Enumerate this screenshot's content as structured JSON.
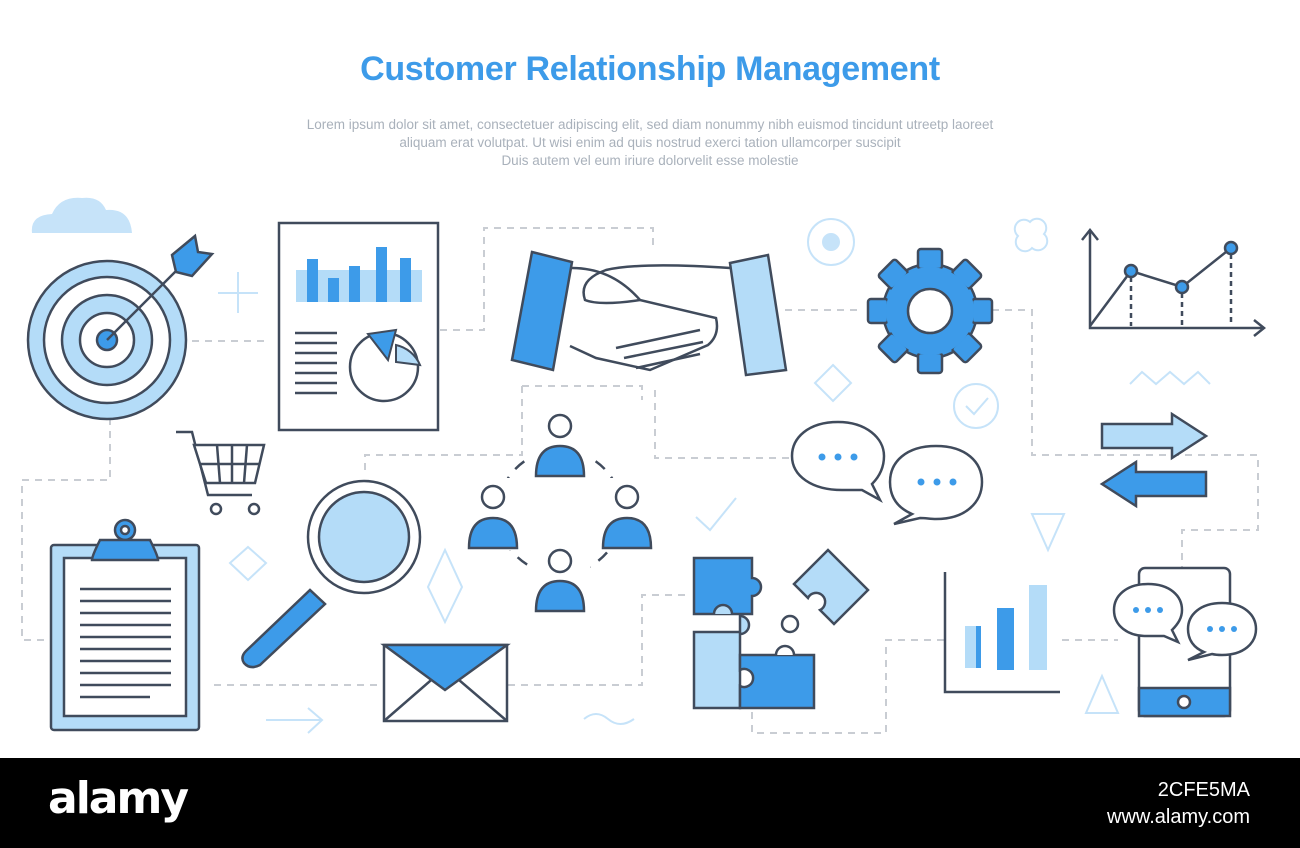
{
  "header": {
    "title": "Customer Relationship Management",
    "lead_lines": [
      "Lorem ipsum dolor sit amet, consectetuer adipiscing elit, sed diam nonummy nibh euismod tincidunt utreetp laoreet",
      "aliquam erat volutpat. Ut wisi enim ad  quis nostrud exerci tation ullamcorper suscipit",
      "Duis autem vel eum iriure dolorvelit esse molestie"
    ]
  },
  "palette": {
    "primary": "#3d9be9",
    "light": "#b4dcf8",
    "outline": "#404b5c",
    "dashed": "#c9cdd3",
    "decor": "#c6e3f9",
    "footer_bg": "#000000"
  },
  "icons": [
    "cloud-icon",
    "target-icon",
    "report-icon",
    "handshake-icon",
    "gear-icon",
    "line-chart-icon",
    "shopping-cart-icon",
    "team-network-icon",
    "chat-icon",
    "exchange-arrows-icon",
    "clipboard-icon",
    "magnifier-icon",
    "puzzle-icon",
    "bar-chart-icon",
    "mobile-chat-icon",
    "envelope-icon"
  ],
  "footer": {
    "watermark": "alamy",
    "image_id": "2CFE5MA",
    "site": "www.alamy.com"
  }
}
